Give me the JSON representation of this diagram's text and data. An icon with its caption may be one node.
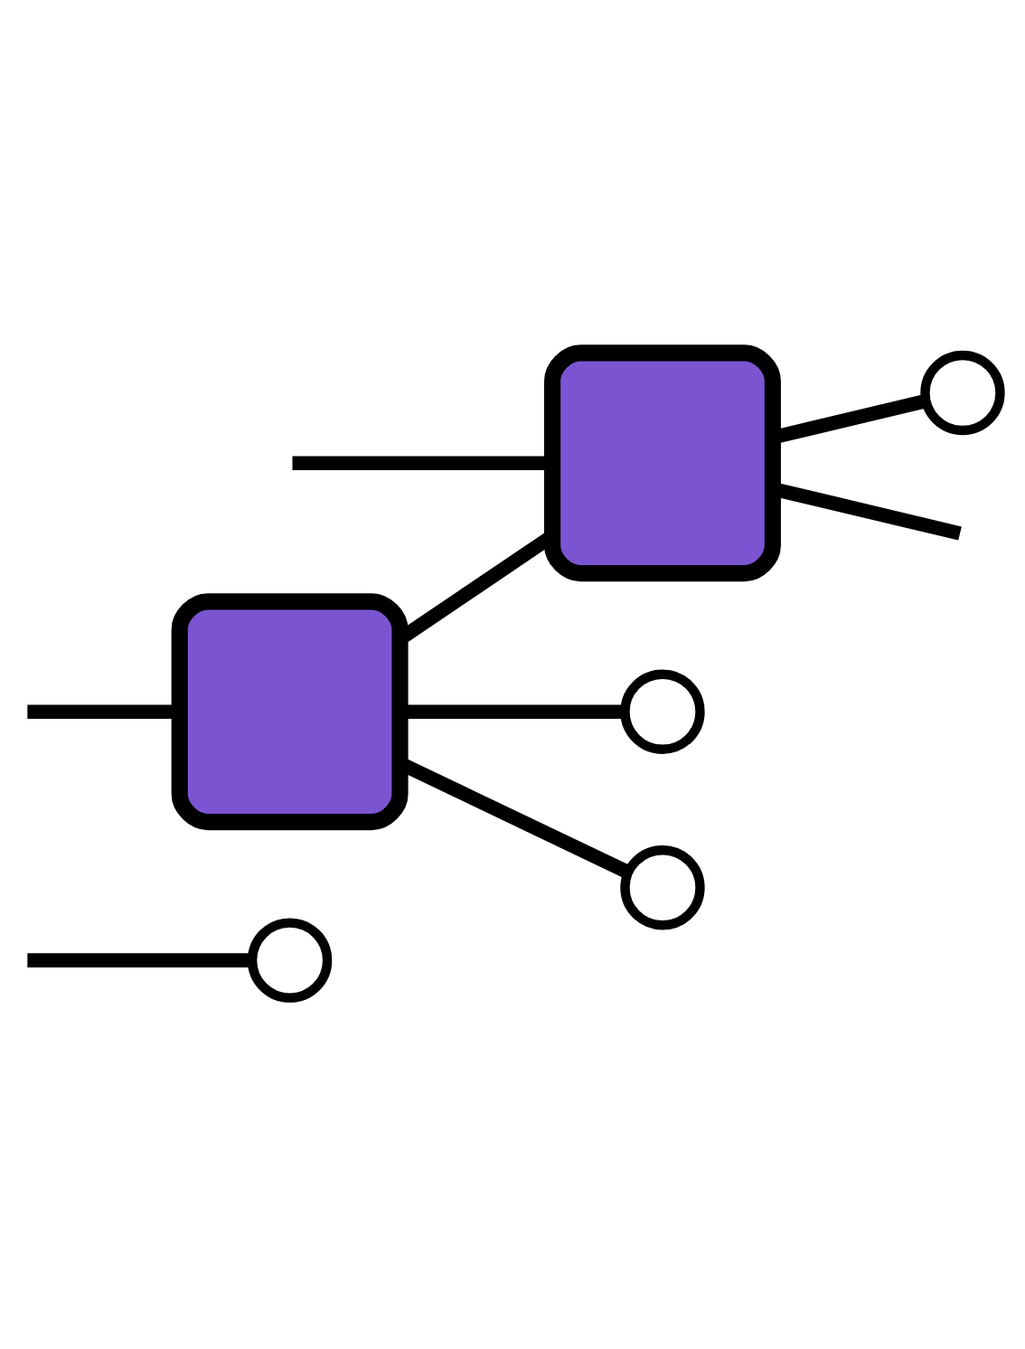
{
  "diagram": {
    "nodes": [
      {
        "text": [],
        "shape": "circle"
      },
      {
        "text": [],
        "shape": "box"
      },
      {
        "text": [],
        "shape": "circle"
      },
      {
        "text": [],
        "shape": "circle"
      },
      {
        "text": [],
        "shape": "box"
      },
      {
        "text": [],
        "shape": "circle"
      }
    ],
    "edges": [
      {
        "from": null,
        "to": 0,
        "arrow": "none"
      },
      {
        "from": null,
        "to": 1,
        "arrow": "none"
      },
      {
        "from": 1,
        "to": 2,
        "arrow": "none"
      },
      {
        "from": 1,
        "to": 3,
        "arrow": "none"
      },
      {
        "from": 1,
        "to": 4,
        "arrow": "none"
      },
      {
        "from": null,
        "to": 4,
        "arrow": "none"
      },
      {
        "from": 4,
        "to": null,
        "arrow": "none"
      },
      {
        "from": 4,
        "to": 5,
        "arrow": "none"
      }
    ]
  }
}
